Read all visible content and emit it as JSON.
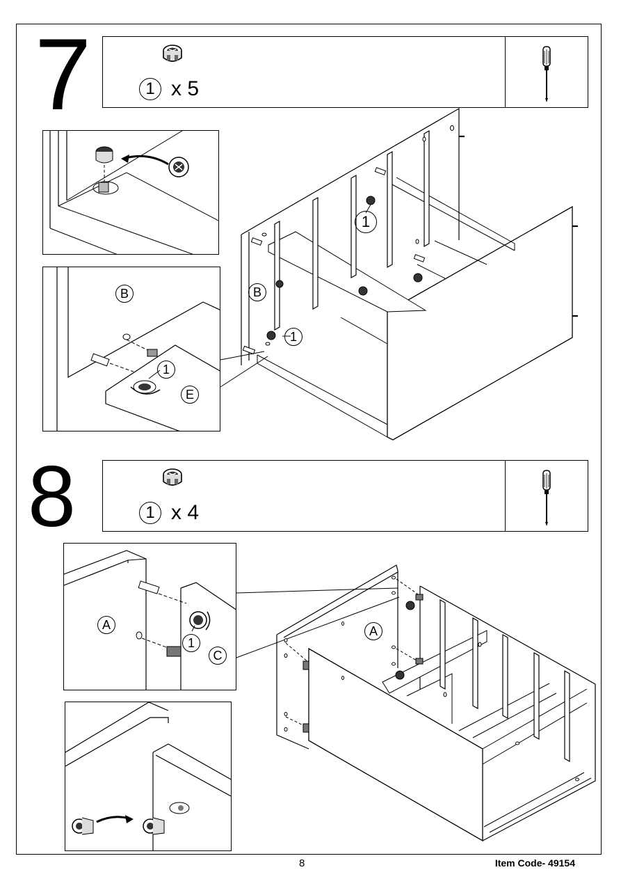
{
  "steps": [
    {
      "number": "7",
      "part_label": "1",
      "quantity": "x 5"
    },
    {
      "number": "8",
      "part_label": "1",
      "quantity": "x 4"
    }
  ],
  "step7": {
    "callout_detail_b": "B",
    "callout_detail_one": "1",
    "callout_detail_e": "E",
    "callout_main_b": "B",
    "callout_main_one_a": "1",
    "callout_main_one_b": "1"
  },
  "step8": {
    "callout_detail_a": "A",
    "callout_detail_one": "1",
    "callout_detail_c": "C",
    "callout_main_a": "A"
  },
  "icons": {
    "cam_lock": "cam-lock-icon",
    "screwdriver": "screwdriver-icon"
  },
  "footer": {
    "page_number": "8",
    "item_code": "Item Code- 49154"
  }
}
